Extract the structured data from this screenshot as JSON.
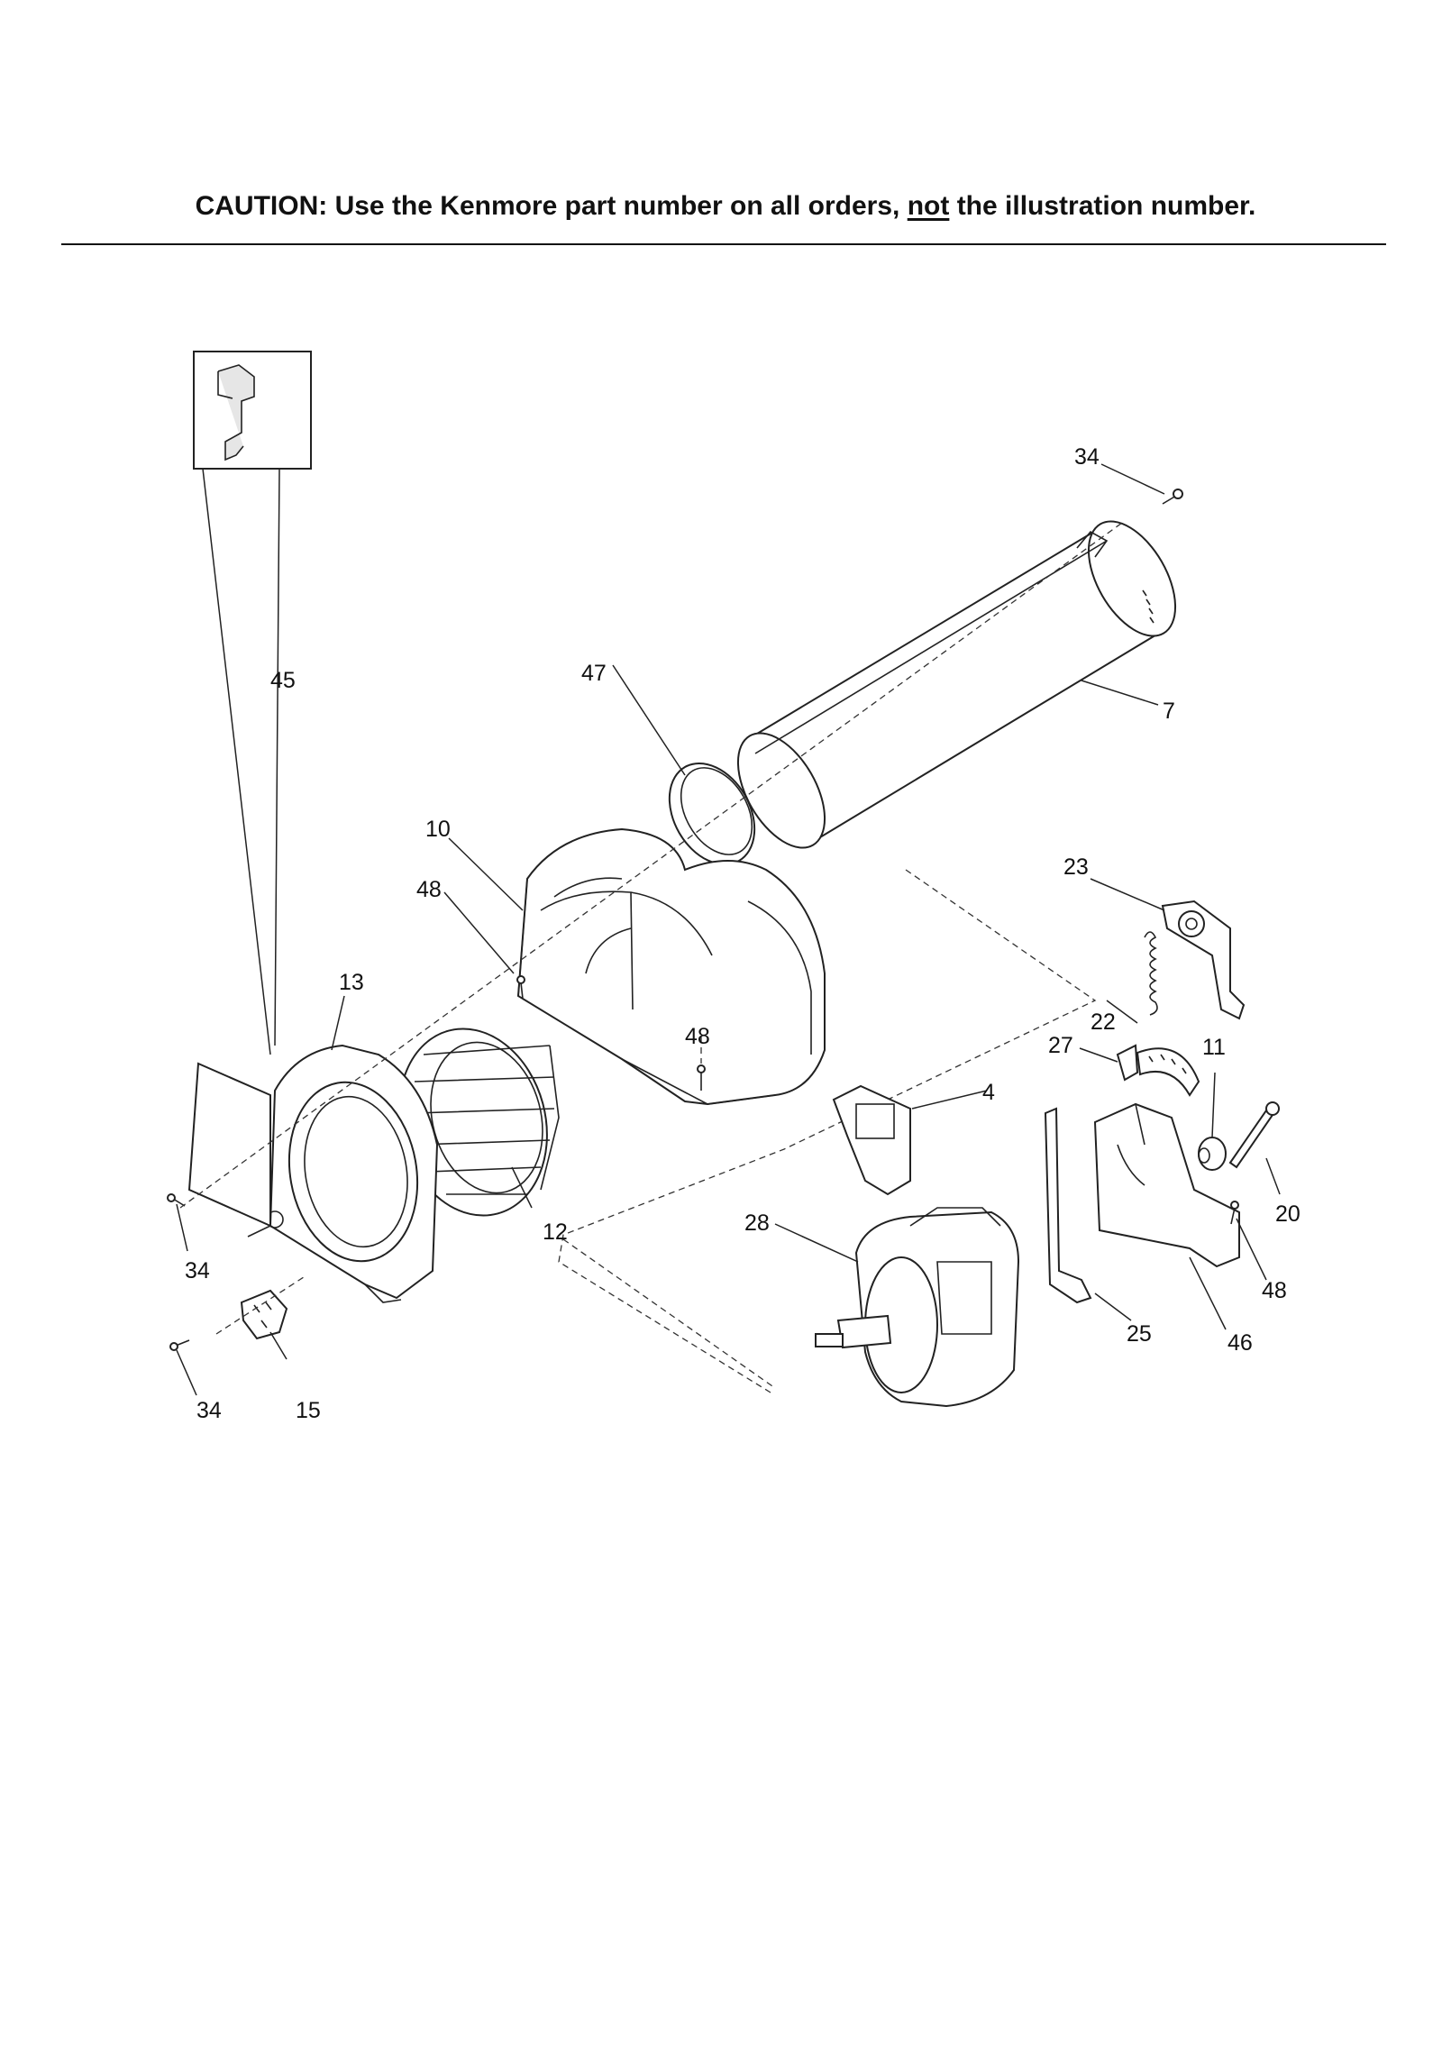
{
  "caution": {
    "prefix": "CAUTION: Use the Kenmore part number on all orders, ",
    "emphasis": "not",
    "suffix": " the illustration number."
  },
  "callouts": {
    "p34_top": "34",
    "p7": "7",
    "p45": "45",
    "p47": "47",
    "p10": "10",
    "p48_a": "48",
    "p13": "13",
    "p48_b": "48",
    "p23": "23",
    "p22": "22",
    "p27": "27",
    "p11": "11",
    "p4": "4",
    "p20": "20",
    "p12": "12",
    "p28": "28",
    "p34_left": "34",
    "p48_c": "48",
    "p25": "25",
    "p46": "46",
    "p34_bottom": "34",
    "p15": "15"
  }
}
